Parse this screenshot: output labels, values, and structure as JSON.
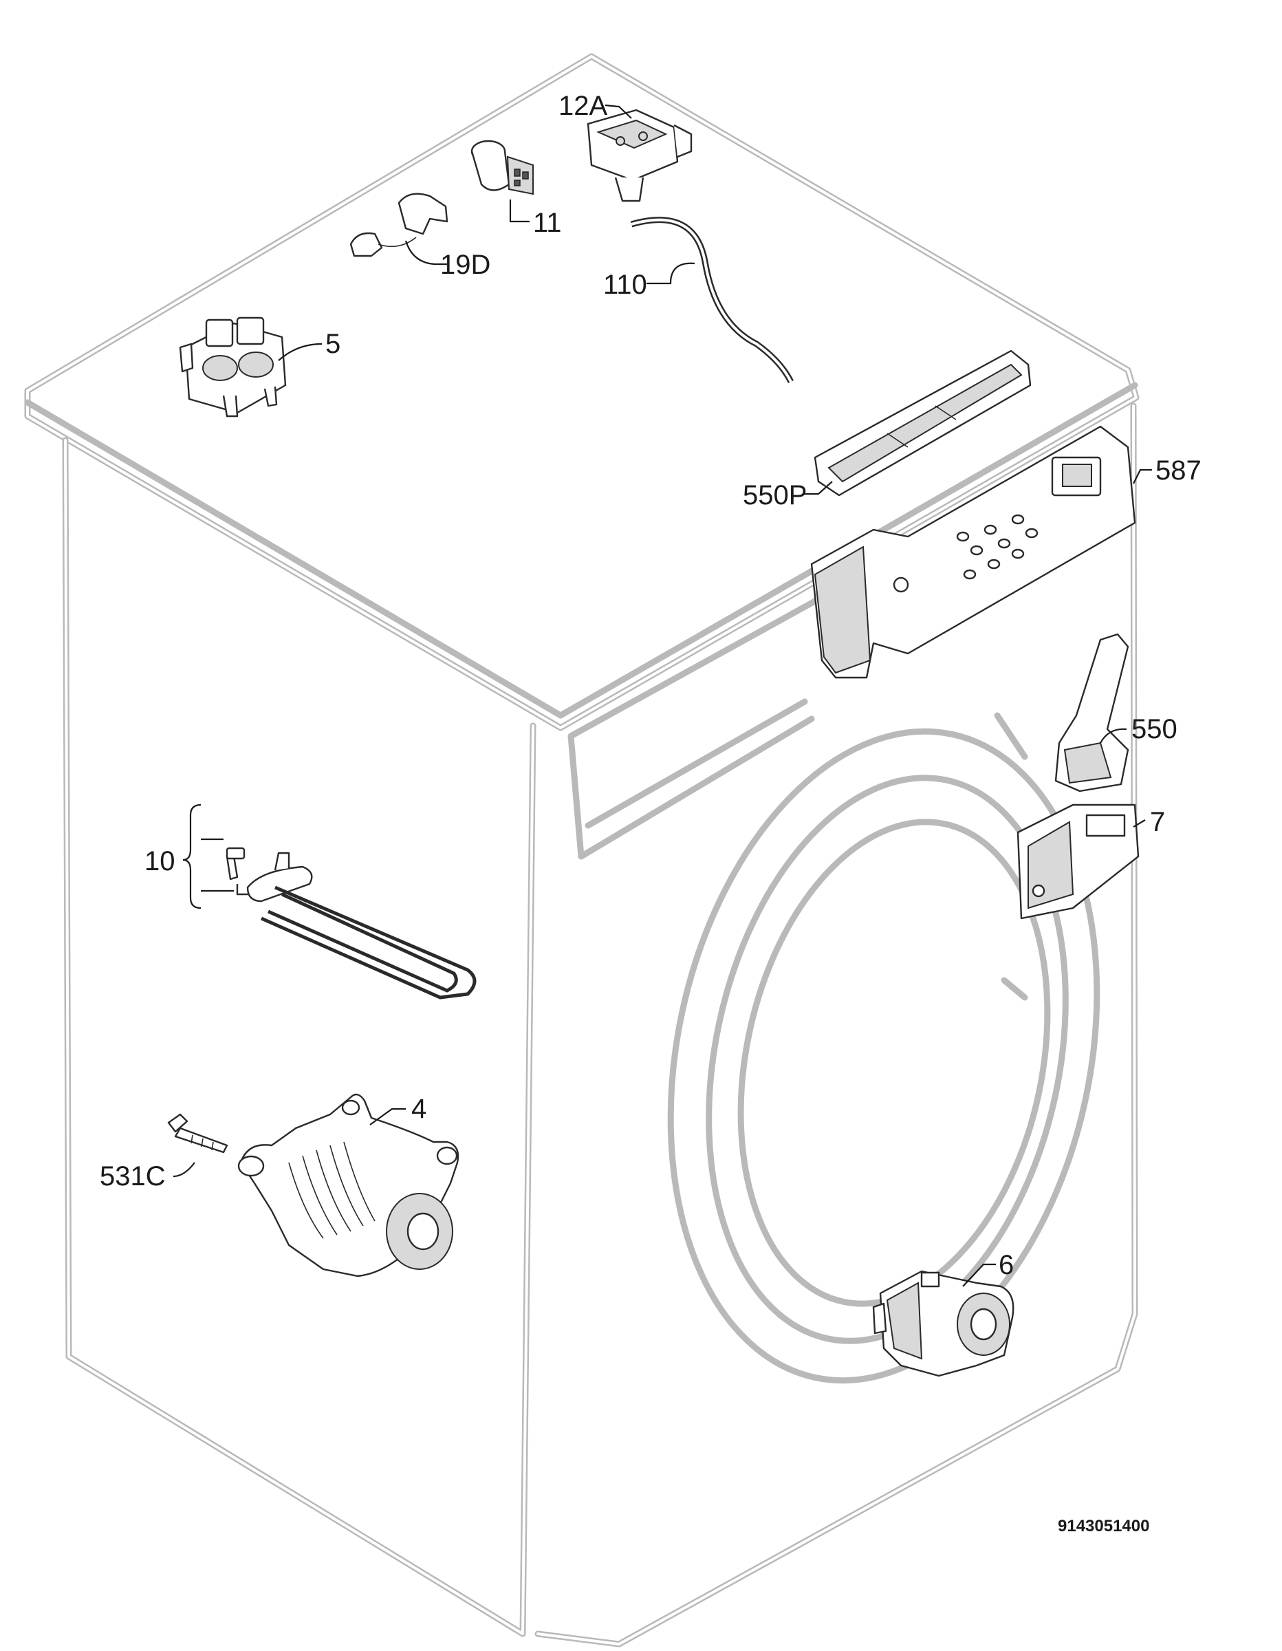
{
  "labels": {
    "l12a": "12A",
    "l11": "11",
    "l19d": "19D",
    "l110": "110",
    "l5": "5",
    "l550p": "550P",
    "l587": "587",
    "l550": "550",
    "l7": "7",
    "l10": "10",
    "l4": "4",
    "l531c": "531C",
    "l6": "6"
  },
  "doc_number": "9143051400"
}
